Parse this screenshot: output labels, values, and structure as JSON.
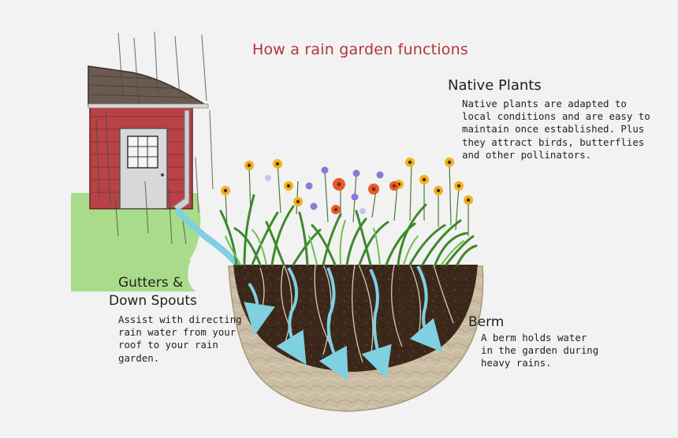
{
  "title": "How a rain garden functions",
  "native_plants": {
    "heading": "Native Plants",
    "lines": [
      "Native plants are adapted to",
      "local conditions and are easy to",
      "maintain once established. Plus",
      "they attract birds, butterflies",
      "and other pollinators."
    ]
  },
  "gutters": {
    "heading_lines": [
      "Gutters &",
      "Down Spouts"
    ],
    "lines": [
      "Assist with directing",
      "rain water from your",
      "roof to your rain",
      "garden."
    ]
  },
  "berm": {
    "heading": "Berm",
    "lines": [
      "A berm holds water",
      "in the garden during",
      "heavy rains."
    ]
  },
  "colors": {
    "title": "#b5343d",
    "house_wall": "#b84246",
    "roof": "#6b5a50",
    "lawn": "#a8dc8a",
    "soil": "#3e2a1c",
    "berm": "#cfc1a8",
    "water": "#7fd0e0"
  }
}
